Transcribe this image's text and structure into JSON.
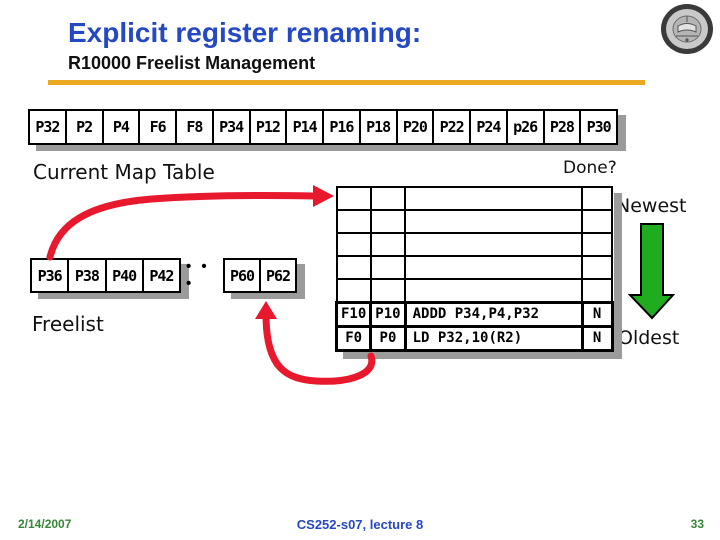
{
  "slide": {
    "title": "Explicit register renaming:",
    "subtitle": "R10000 Freelist Management",
    "footer": {
      "date": "2/14/2007",
      "course": "CS252-s07, lecture 8",
      "page": "33"
    }
  },
  "map_table": {
    "label": "Current Map Table",
    "cells": [
      "P32",
      "P2",
      "P4",
      "F6",
      "F8",
      "P34",
      "P12",
      "P14",
      "P16",
      "P18",
      "P20",
      "P22",
      "P24",
      "p26",
      "P28",
      "P30"
    ]
  },
  "freelist": {
    "label": "Freelist",
    "head_cells": [
      "P36",
      "P38",
      "P40",
      "P42"
    ],
    "ellipsis": "• • •",
    "tail_cells": [
      "P60",
      "P62"
    ]
  },
  "active_list": {
    "done_label": "Done?",
    "newest_label": "Newest",
    "oldest_label": "Oldest",
    "rows": [
      {
        "old_reg": "F10",
        "new_reg": "P10",
        "instr": "ADDD P34,P4,P32",
        "done": "N"
      },
      {
        "old_reg": "F0",
        "new_reg": "P0",
        "instr": "LD P32,10(R2)",
        "done": "N"
      }
    ]
  },
  "colors": {
    "title_blue": "#2548c3",
    "gold_rule": "#eaa921",
    "arrow_red": "#e8192d",
    "arrow_green": "#1fad1f",
    "shadow_gray": "#9b9b9b",
    "footer_green": "#388638"
  }
}
